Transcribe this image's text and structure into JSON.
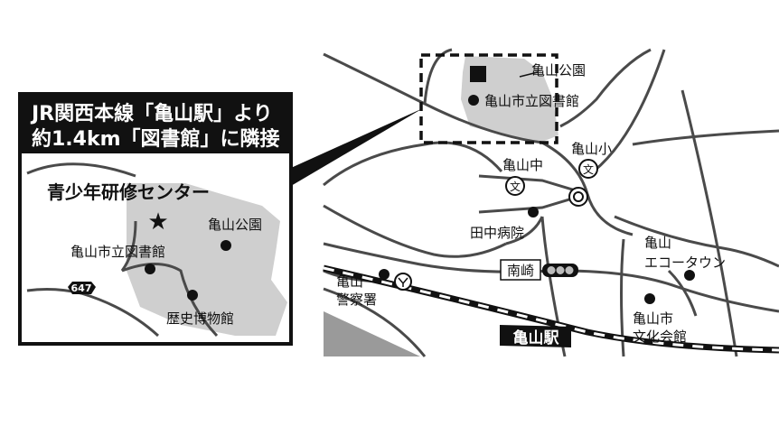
{
  "callout": {
    "line1": "JR関西本線「亀山駅」より",
    "line2": "約1.4km「図書館」に隣接"
  },
  "inset": {
    "title": "青少年研修センター",
    "park_label": "亀山公園",
    "library_label": "亀山市立図書館",
    "museum_label": "歴史博物館",
    "route_number": "647"
  },
  "main_map": {
    "park_label": "亀山公園",
    "library_label": "亀山市立図書館",
    "elementary_label": "亀山小",
    "junior_high_label": "亀山中",
    "school_symbol": "文",
    "hospital_label": "田中病院",
    "signal_label": "南崎",
    "police_label_1": "亀山",
    "police_label_2": "警察署",
    "mall_label_1": "亀山",
    "mall_label_2": "エコータウン",
    "hall_label_1": "亀山市",
    "hall_label_2": "文化会館",
    "station_label": "亀山駅"
  },
  "colors": {
    "black": "#111111",
    "gray_area": "#cfcfcf",
    "road": "#4a4a4a",
    "river": "#9a9a9a"
  }
}
